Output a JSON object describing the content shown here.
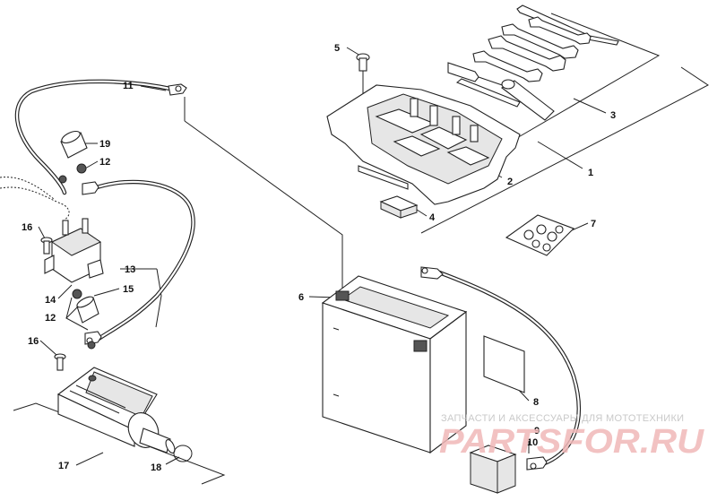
{
  "callouts": [
    {
      "id": "c1",
      "label": "1"
    },
    {
      "id": "c2",
      "label": "2"
    },
    {
      "id": "c3",
      "label": "3"
    },
    {
      "id": "c4",
      "label": "4"
    },
    {
      "id": "c5",
      "label": "5"
    },
    {
      "id": "c6",
      "label": "6"
    },
    {
      "id": "c7",
      "label": "7"
    },
    {
      "id": "c8",
      "label": "8"
    },
    {
      "id": "c9",
      "label": "9"
    },
    {
      "id": "c10",
      "label": "10"
    },
    {
      "id": "c11",
      "label": "11"
    },
    {
      "id": "c12a",
      "label": "12"
    },
    {
      "id": "c12b",
      "label": "12"
    },
    {
      "id": "c13",
      "label": "13"
    },
    {
      "id": "c14",
      "label": "14"
    },
    {
      "id": "c15",
      "label": "15"
    },
    {
      "id": "c16a",
      "label": "16"
    },
    {
      "id": "c16b",
      "label": "16"
    },
    {
      "id": "c17",
      "label": "17"
    },
    {
      "id": "c18",
      "label": "18"
    },
    {
      "id": "c19",
      "label": "19"
    }
  ],
  "watermark": {
    "tagline": "ЗАПЧАСТИ И АКСЕССУАРЫ ДЛЯ МОТОТЕХНИКИ",
    "brand": "PARTSFOR.RU",
    "colors": {
      "brand": "#f0b8b8",
      "tagline": "#c9c9c9"
    }
  }
}
